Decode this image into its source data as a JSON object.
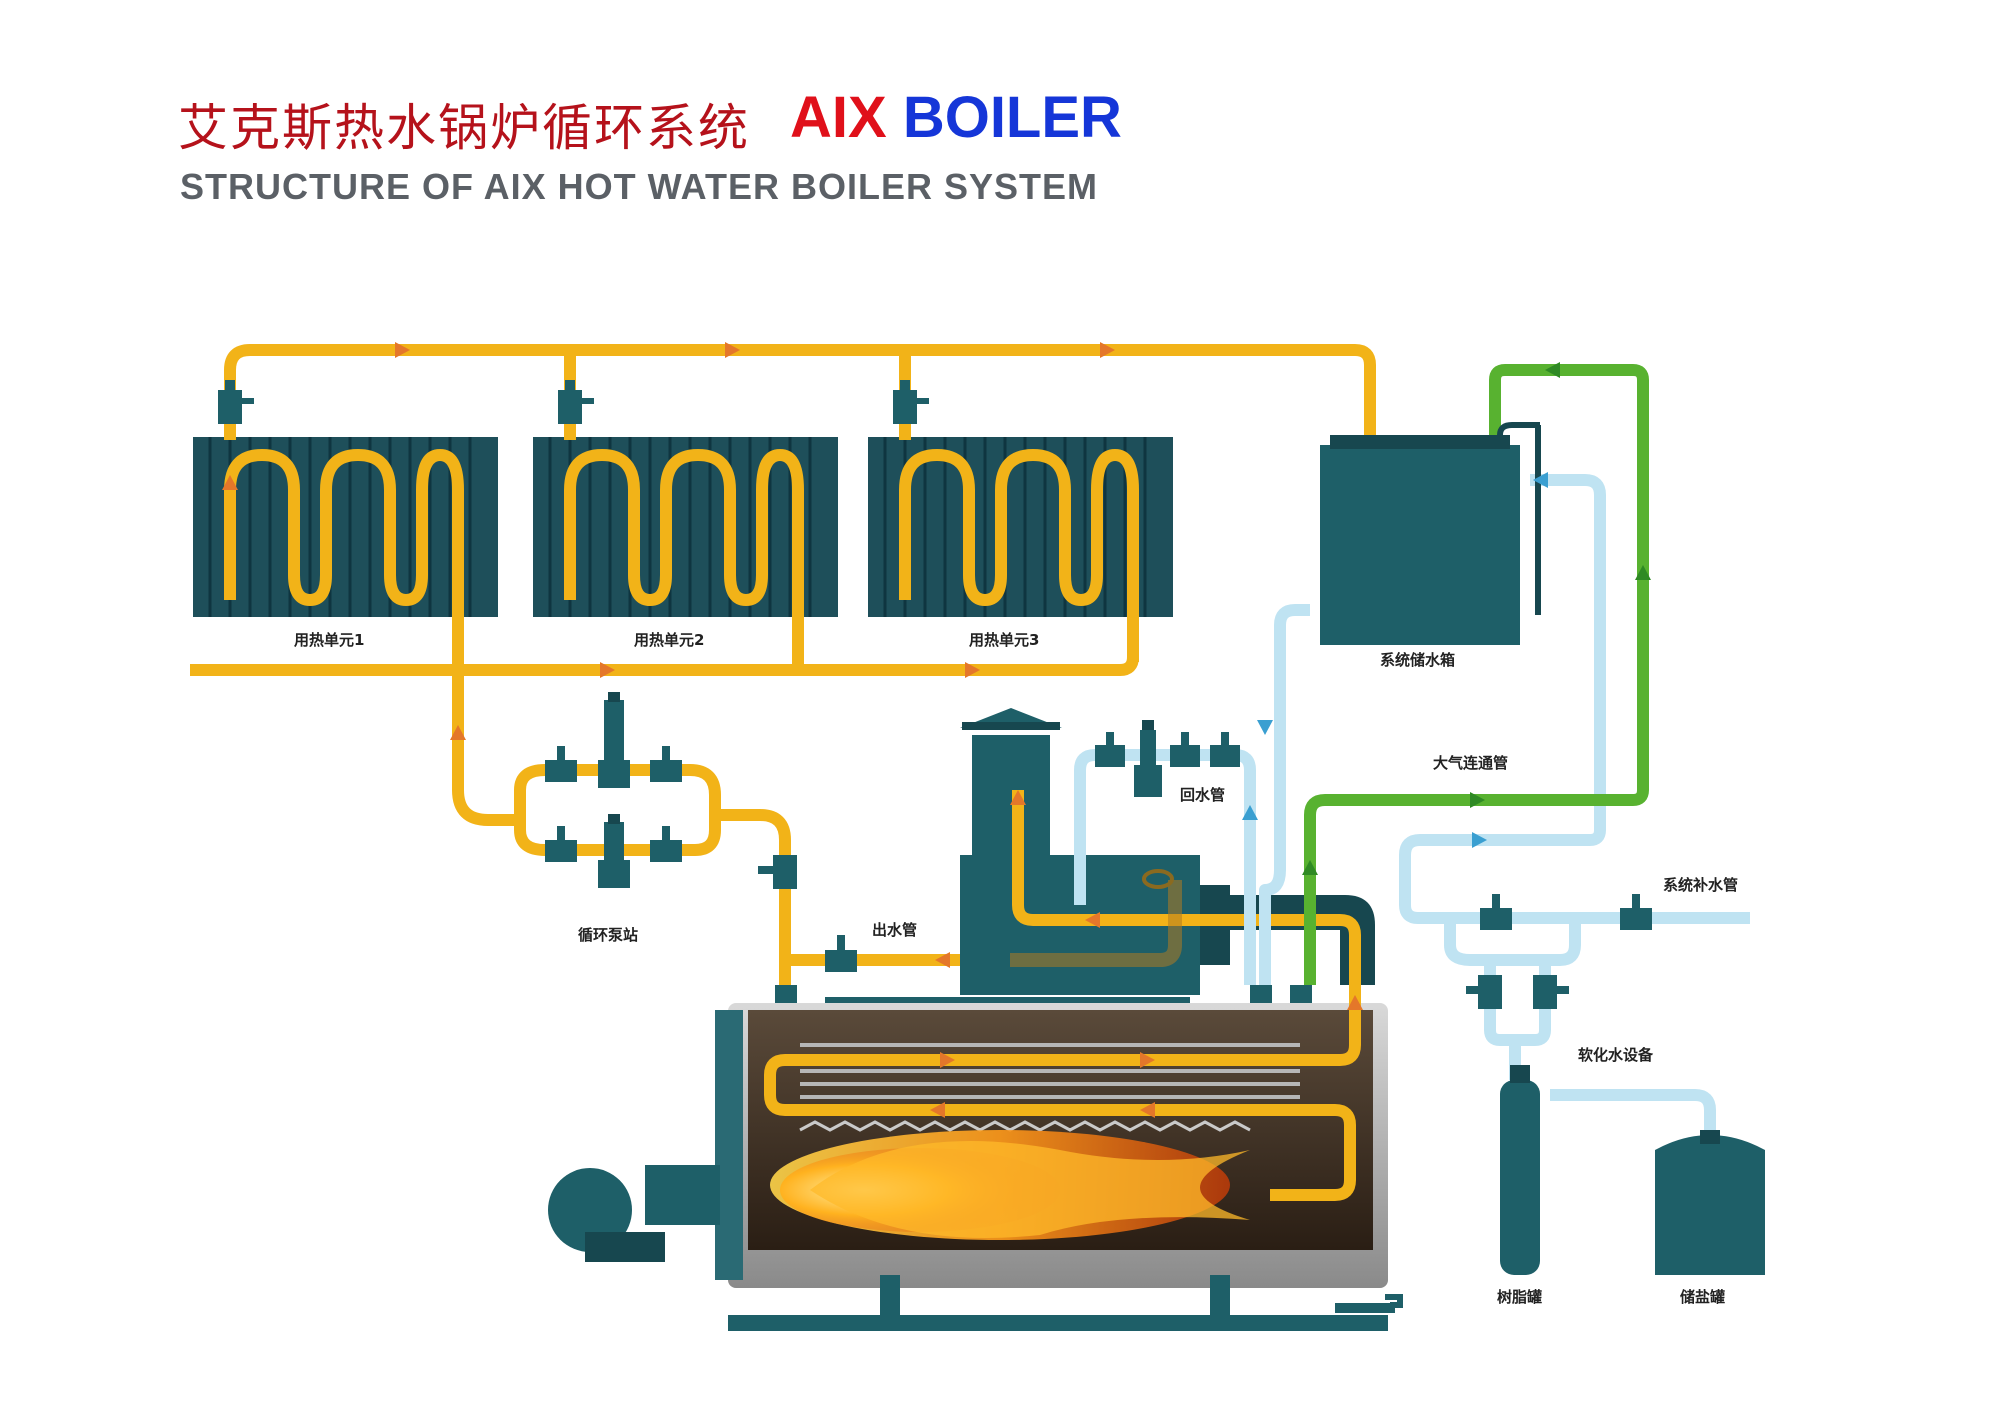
{
  "header": {
    "title_cn": "艾克斯热水锅炉循环系统",
    "brand_part1": "AIX",
    "brand_part2": "BOILER",
    "subtitle": "STRUCTURE OF AIX HOT WATER BOILER SYSTEM"
  },
  "labels": {
    "heat_unit_1": "用热单元1",
    "heat_unit_2": "用热单元2",
    "heat_unit_3": "用热单元3",
    "storage_tank": "系统储水箱",
    "atmos_pipe": "大气连通管",
    "return_pipe": "回水管",
    "supply_pipe": "出水管",
    "pump_station": "循环泵站",
    "makeup_pipe": "系统补水管",
    "softener": "软化水设备",
    "resin_tank": "树脂罐",
    "brine_tank": "储盐罐"
  },
  "colors": {
    "hot_water": "#f2b318",
    "cold_water": "#bfe3f2",
    "atmos": "#58b230",
    "equipment": "#1e5f68",
    "flow_arrow_hot": "#e4772a",
    "flow_arrow_cold": "#3a9fd1",
    "flow_arrow_atmos": "#2f8a24"
  }
}
